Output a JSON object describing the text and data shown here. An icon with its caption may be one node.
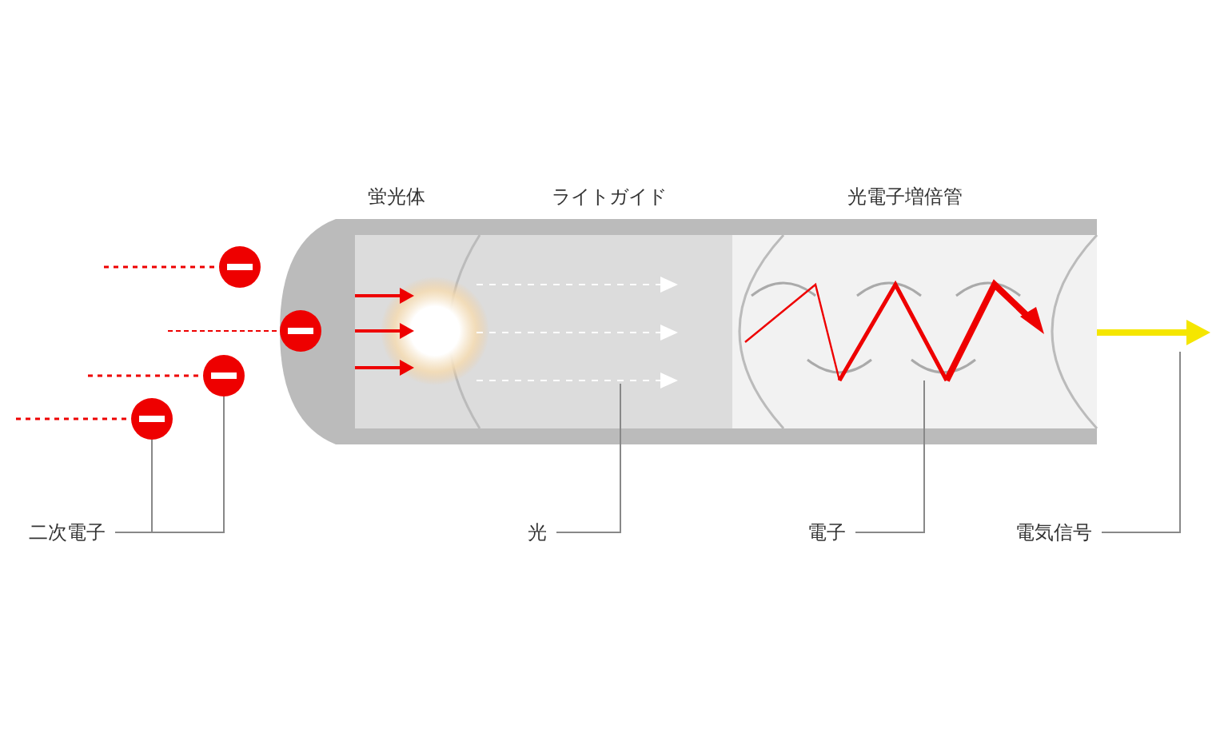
{
  "diagram": {
    "nodes": [
      {
        "text": [
          "蛍光体"
        ]
      },
      {
        "text": [
          "ライトガイド"
        ]
      },
      {
        "text": [
          "光電子増倍管"
        ]
      },
      {
        "text": [],
        "shape": "circle"
      },
      {
        "text": [],
        "shape": "circle"
      },
      {
        "text": [],
        "shape": "circle"
      },
      {
        "text": [],
        "shape": "circle"
      },
      {
        "text": [
          "二次電子"
        ]
      },
      {
        "text": [
          "光"
        ]
      },
      {
        "text": [
          "電子"
        ]
      },
      {
        "text": [
          "電気信号"
        ]
      }
    ],
    "edges": [
      {
        "from": 7,
        "to": 3,
        "arrow": "none"
      },
      {
        "from": 7,
        "to": 4,
        "arrow": "none"
      },
      {
        "from": 8,
        "to": null,
        "arrow": "none"
      },
      {
        "from": 9,
        "to": null,
        "arrow": "none"
      },
      {
        "from": 10,
        "to": null,
        "arrow": "none"
      }
    ]
  }
}
